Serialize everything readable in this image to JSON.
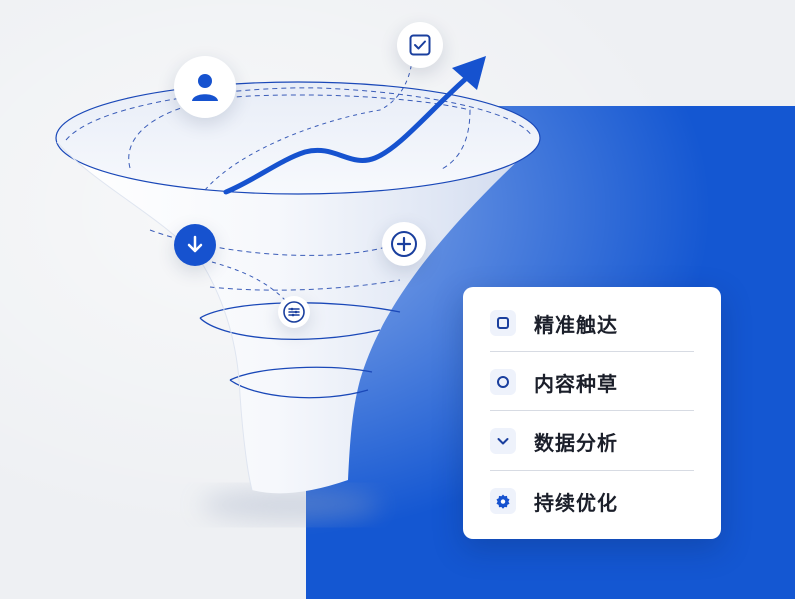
{
  "colors": {
    "accent": "#1457d2",
    "funnel_stroke": "#1a48b8",
    "background": "#eef0f3"
  },
  "icons": {
    "top_person": "user-icon",
    "top_check": "checkbox-check-icon",
    "arrow_down": "arrow-down-icon",
    "plus": "plus-circle-icon",
    "filter": "sliders-icon",
    "trend": "trend-up-arrow-icon"
  },
  "card": {
    "items": [
      {
        "label": "精准触达",
        "icon": "square-icon"
      },
      {
        "label": "内容种草",
        "icon": "circle-icon"
      },
      {
        "label": "数据分析",
        "icon": "check-icon"
      },
      {
        "label": "持续优化",
        "icon": "gear-icon"
      }
    ]
  }
}
